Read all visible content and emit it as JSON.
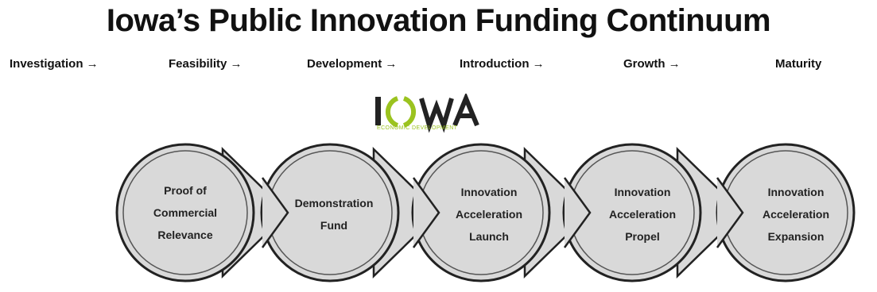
{
  "title": "Iowa’s Public Innovation Funding Continuum",
  "stages": [
    "Investigation →",
    "Feasibility →",
    "Development →",
    "Introduction →",
    "Growth →",
    "Maturity"
  ],
  "logo": {
    "word": "IOWA",
    "subtitle": "ECONOMIC DEVELOPMENT",
    "accent_color": "#9bc31f"
  },
  "programs": [
    {
      "lines": [
        "Proof of",
        "Commercial",
        "Relevance"
      ]
    },
    {
      "lines": [
        "Demonstration",
        "Fund"
      ]
    },
    {
      "lines": [
        "Innovation",
        "Acceleration",
        "Launch"
      ]
    },
    {
      "lines": [
        "Innovation",
        "Acceleration",
        "Propel"
      ]
    },
    {
      "lines": [
        "Innovation",
        "Acceleration",
        "Expansion"
      ]
    }
  ],
  "colors": {
    "circle_fill": "#d9d9d9",
    "circle_stroke": "#222222"
  }
}
